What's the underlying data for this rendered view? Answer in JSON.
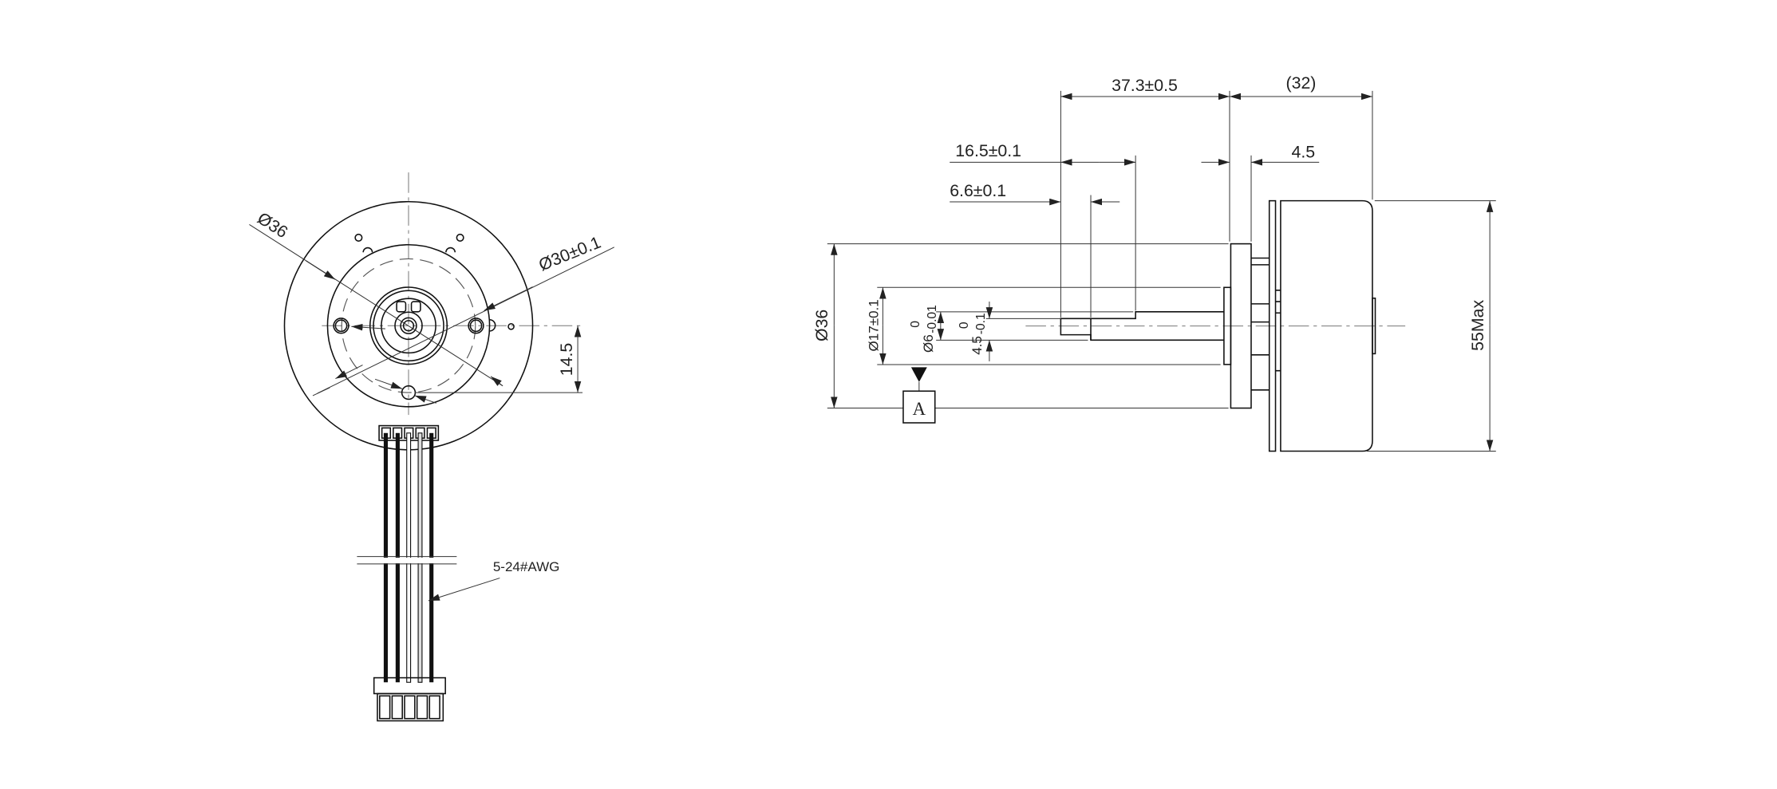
{
  "front_view": {
    "dia_outer": "Ø36",
    "dia_flange": "Ø30±0.1",
    "hole_offset": "14.5",
    "wire_label": "5-24#AWG"
  },
  "side_view": {
    "len_total": "37.3±0.5",
    "len_body": "(32)",
    "len_shaft_step": "16.5±0.1",
    "len_shaft_tip": "6.6±0.1",
    "flange_thk": "4.5",
    "dia_flange": "Ø36",
    "dia_boss": "Ø17±0.1",
    "dia_shaft": "Ø6",
    "dia_shaft_upper": "0",
    "dia_shaft_lower": "-0.01",
    "flat_size": "4.5",
    "flat_upper": "0",
    "flat_lower": "-0.1",
    "datum": "A",
    "height_max": "55Max"
  }
}
